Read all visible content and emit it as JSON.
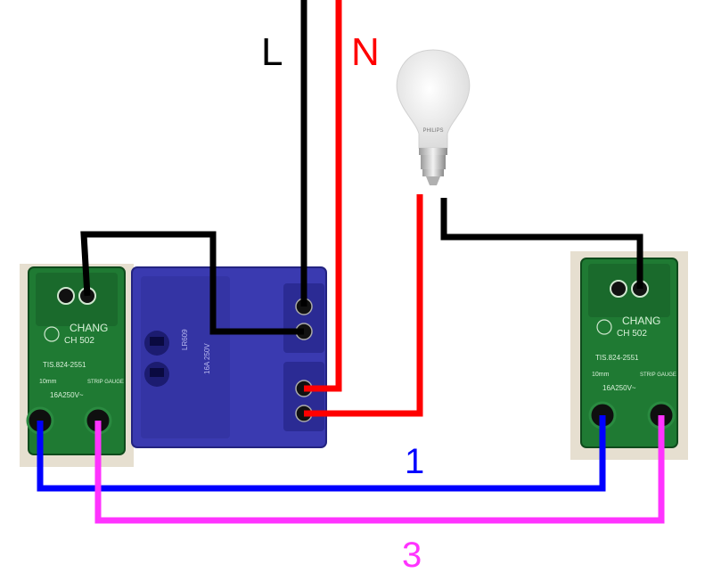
{
  "labels": {
    "live": "L",
    "neutral": "N",
    "traveler_1": "1",
    "traveler_3": "3"
  },
  "switch_left": {
    "brand": "CHANG",
    "model": "CH 502",
    "standard": "TIS.824-2551",
    "strip": "10mm",
    "strip_label": "STRIP GAUGE",
    "rating": "16A250V~"
  },
  "switch_right": {
    "brand": "CHANG",
    "model": "CH 502",
    "standard": "TIS.824-2551",
    "strip": "10mm",
    "strip_label": "STRIP GAUGE",
    "rating": "16A250V~"
  },
  "outlet": {
    "model": "LR609",
    "rating": "16A 250V"
  },
  "bulb": {
    "brand": "PHILIPS"
  },
  "colors": {
    "live_wire": "#000000",
    "neutral_wire": "#ff0000",
    "traveler_1": "#0000ff",
    "traveler_3": "#ff33ff",
    "switch_body": "#1f7a33",
    "outlet_body": "#3a3ab0"
  }
}
